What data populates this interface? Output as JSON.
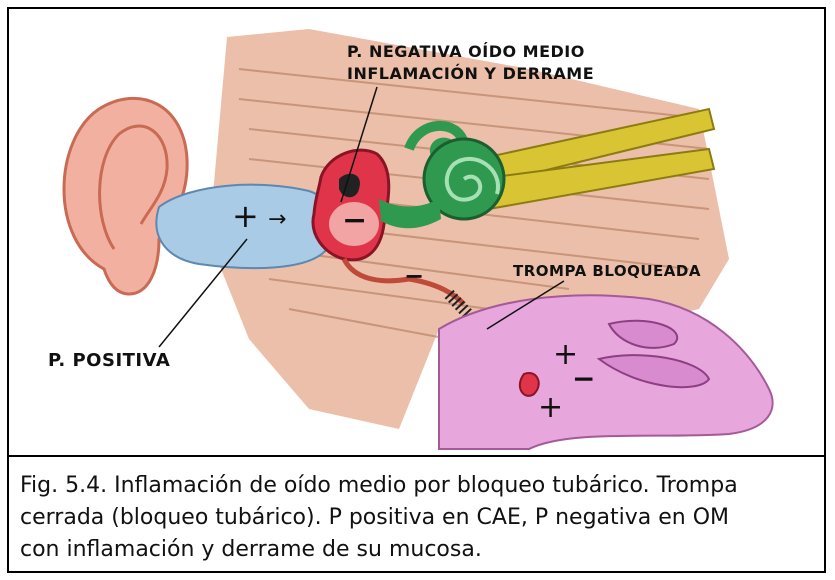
{
  "labels": {
    "negative_line1": "P. NEGATIVA OÍDO MEDIO",
    "negative_line2": "INFLAMACIÓN Y DERRAME",
    "tube": "TROMPA BLOQUEADA",
    "positive": "P. POSITIVA"
  },
  "signs": {
    "plus": "+",
    "minus": "−",
    "arrow": "→"
  },
  "caption": {
    "line1": "Fig. 5.4. Inflamación de oído medio por bloqueo tubárico. Trompa",
    "line2": "cerrada (bloqueo tubárico). P positiva en CAE, P negativa en OM",
    "line3": "con inflamación y derrame de su mucosa."
  },
  "colors": {
    "skin": "#e8b49a",
    "canal": "#a9cbe6",
    "middle_ear": "#e0344a",
    "cochlea": "#2f9a4f",
    "nerve": "#d9c534",
    "nasopharynx": "#e7a7dc",
    "tube": "#c04a3a"
  }
}
